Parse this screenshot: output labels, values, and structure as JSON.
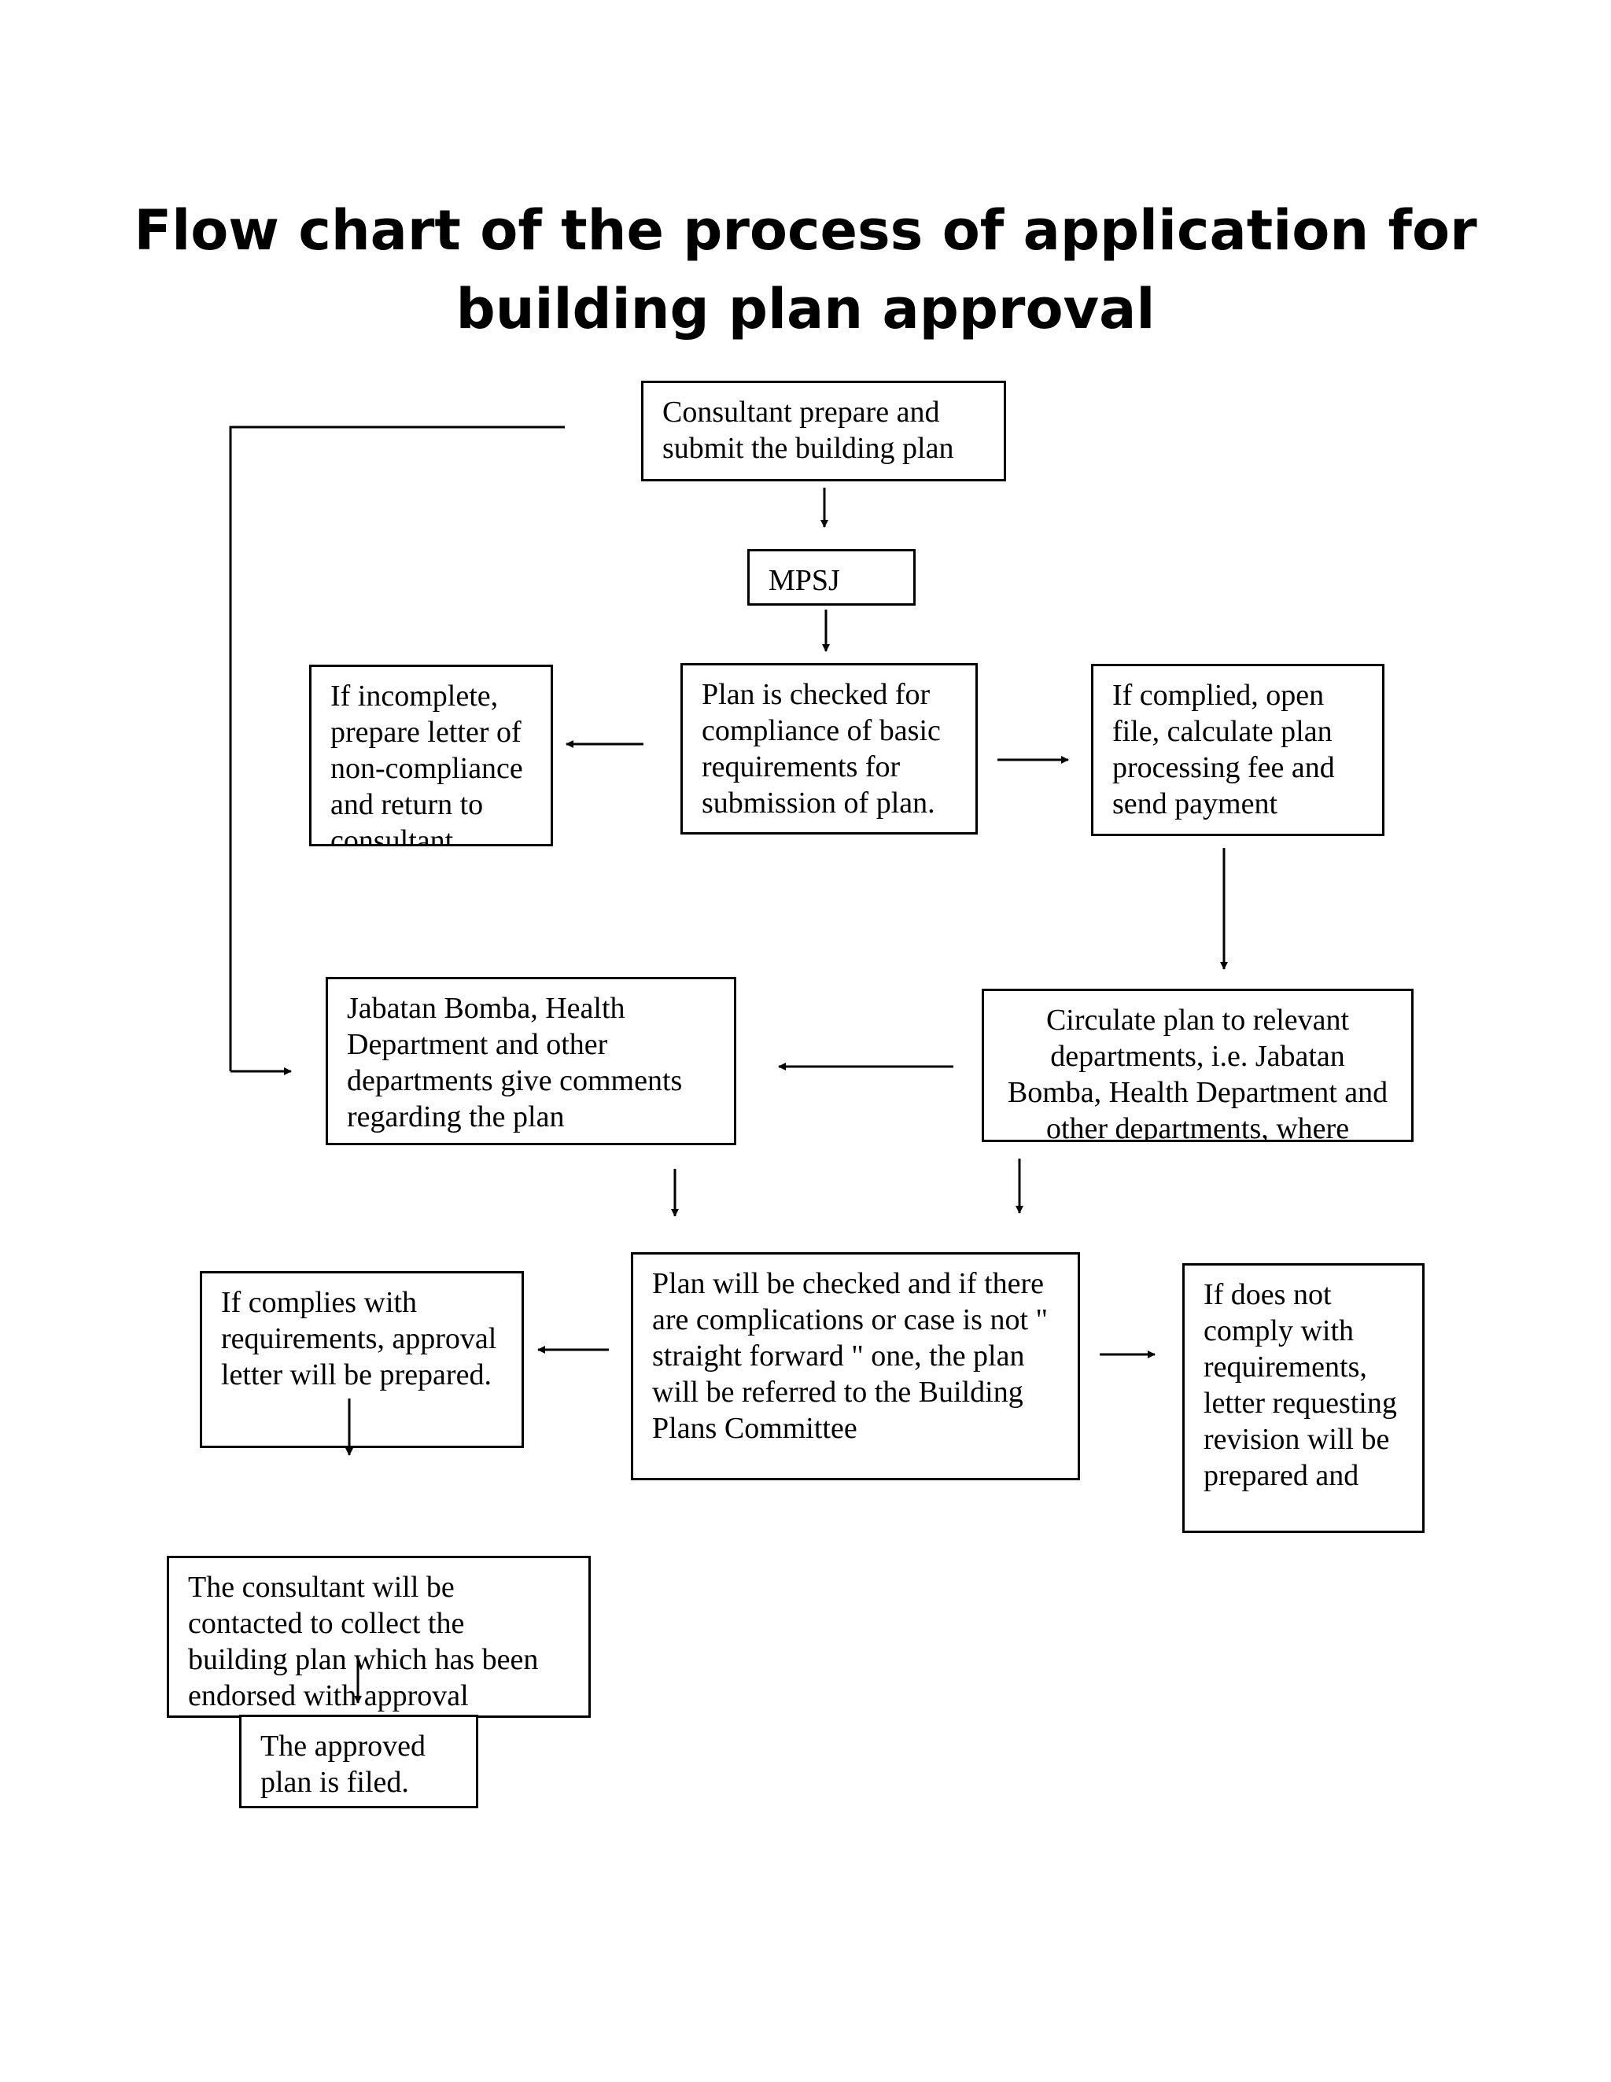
{
  "title": {
    "line1": "Flow chart of the process of application for",
    "line2": "building plan approval"
  },
  "nodes": {
    "consultant_submit": "Consultant prepare and submit the building plan",
    "mpsj": "MPSJ",
    "plan_checked_basic": "Plan is checked for compliance of basic requirements for submission of plan.",
    "if_incomplete": "If incomplete, prepare letter of non-compliance and return to consultant",
    "if_complied": "If complied, open file, calculate plan processing fee and send payment",
    "circulate_plan": "Circulate plan to relevant departments, i.e. Jabatan Bomba, Health Department and other departments, where",
    "departments_comment": "Jabatan Bomba, Health Department and other departments give comments regarding the plan",
    "plan_checked_committee": "Plan will be checked and if there are complications or case is not \" straight forward \" one, the plan will be referred to the Building Plans Committee",
    "if_complies": "If complies with requirements, approval letter will be prepared.",
    "if_not_comply": "If does not comply with requirements, letter requesting revision will be prepared and",
    "consultant_contacted": "The consultant will be contacted to collect the building plan which has been endorsed with approval",
    "approved_filed": "The approved plan is filed."
  }
}
